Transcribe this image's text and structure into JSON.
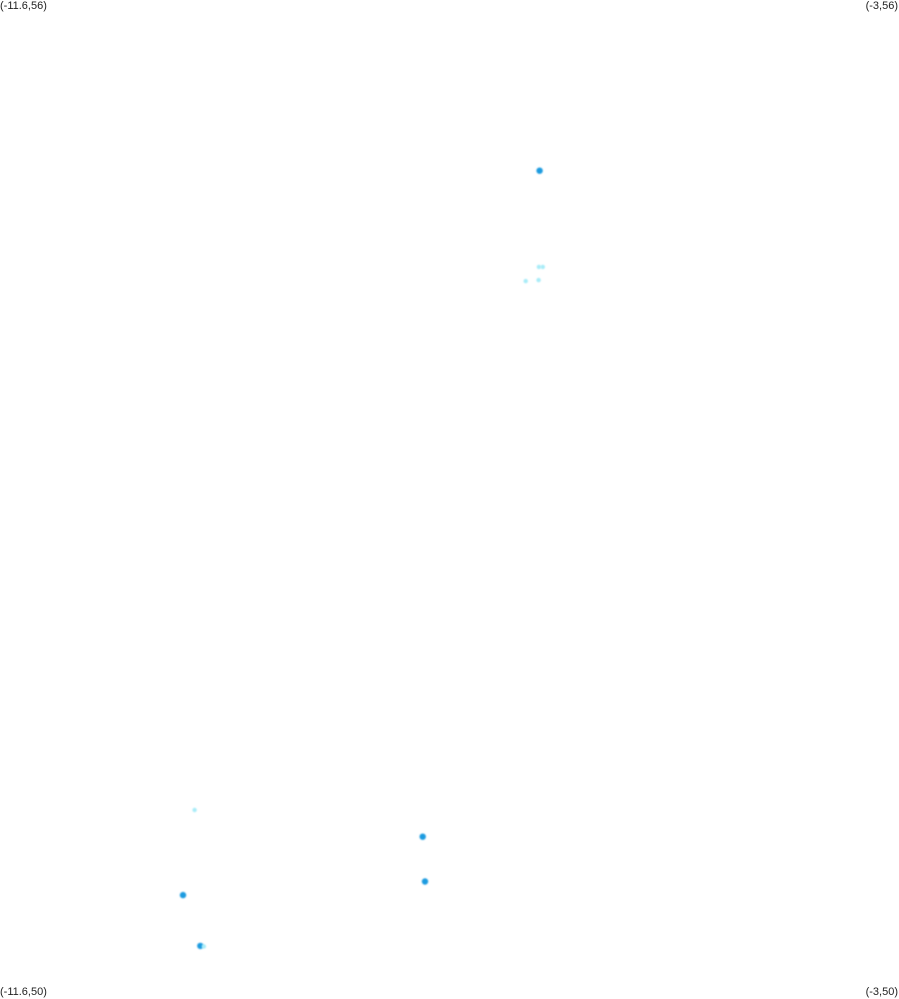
{
  "corners": {
    "top_left": "(-11.6,56)",
    "top_right": "(-3,56)",
    "bottom_left": "(-11.6,50)",
    "bottom_right": "(-3,50)"
  },
  "extent": {
    "lon_min": -11.6,
    "lon_max": -3,
    "lat_min": 50,
    "lat_max": 56
  },
  "colors": {
    "background": "#ffffff",
    "spot_strong": "#1e9be0",
    "spot_faint": "#a8ecf8"
  },
  "chart_data": {
    "type": "scatter",
    "x_unit": "longitude",
    "y_unit": "latitude",
    "xlim": [
      -11.6,
      -3
    ],
    "ylim": [
      50,
      56
    ],
    "points": [
      {
        "lon": -6.438,
        "lat": 54.975,
        "level": "strong"
      },
      {
        "lon": -6.445,
        "lat": 54.397,
        "level": "faint"
      },
      {
        "lon": -6.407,
        "lat": 54.397,
        "level": "faint"
      },
      {
        "lon": -6.571,
        "lat": 54.312,
        "level": "faint"
      },
      {
        "lon": -6.448,
        "lat": 54.318,
        "level": "faint"
      },
      {
        "lon": -9.738,
        "lat": 51.135,
        "level": "faint"
      },
      {
        "lon": -7.556,
        "lat": 50.975,
        "level": "strong"
      },
      {
        "lon": -7.534,
        "lat": 50.706,
        "level": "strong"
      },
      {
        "lon": -9.849,
        "lat": 50.624,
        "level": "strong"
      },
      {
        "lon": -9.684,
        "lat": 50.319,
        "level": "strong"
      },
      {
        "lon": -9.649,
        "lat": 50.316,
        "level": "faint"
      }
    ]
  }
}
